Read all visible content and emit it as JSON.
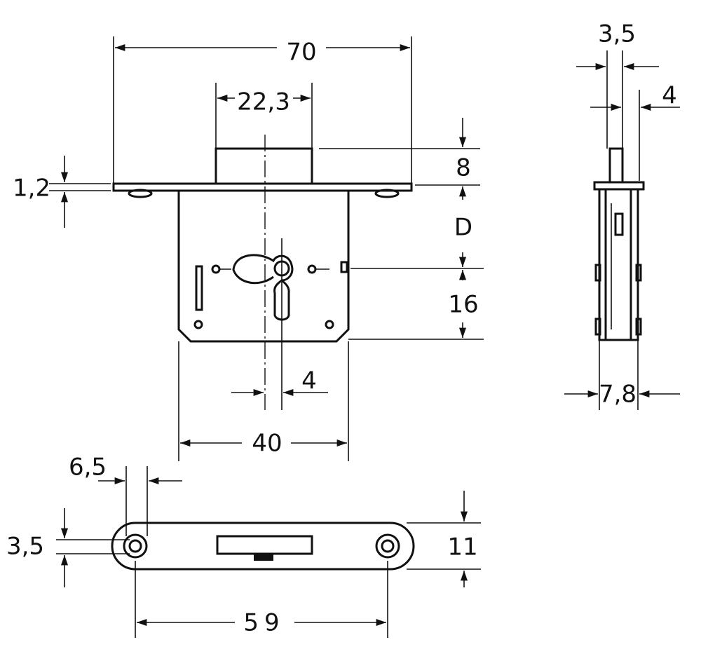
{
  "drawing": {
    "front_view": {
      "width_total": "70",
      "bolt_width": "22,3",
      "faceplate_thickness": "1,2",
      "bolt_projection": "8",
      "backset": "D",
      "key_to_bottom": "16",
      "keyhole_offset": "4",
      "case_width": "40"
    },
    "side_view": {
      "bolt_thickness": "3,5",
      "bolt_offset": "4",
      "case_depth": "7,8"
    },
    "strike_plate": {
      "hole_offset": "6,5",
      "hole_diameter": "3,5",
      "plate_height": "11",
      "hole_spacing": "59"
    }
  }
}
